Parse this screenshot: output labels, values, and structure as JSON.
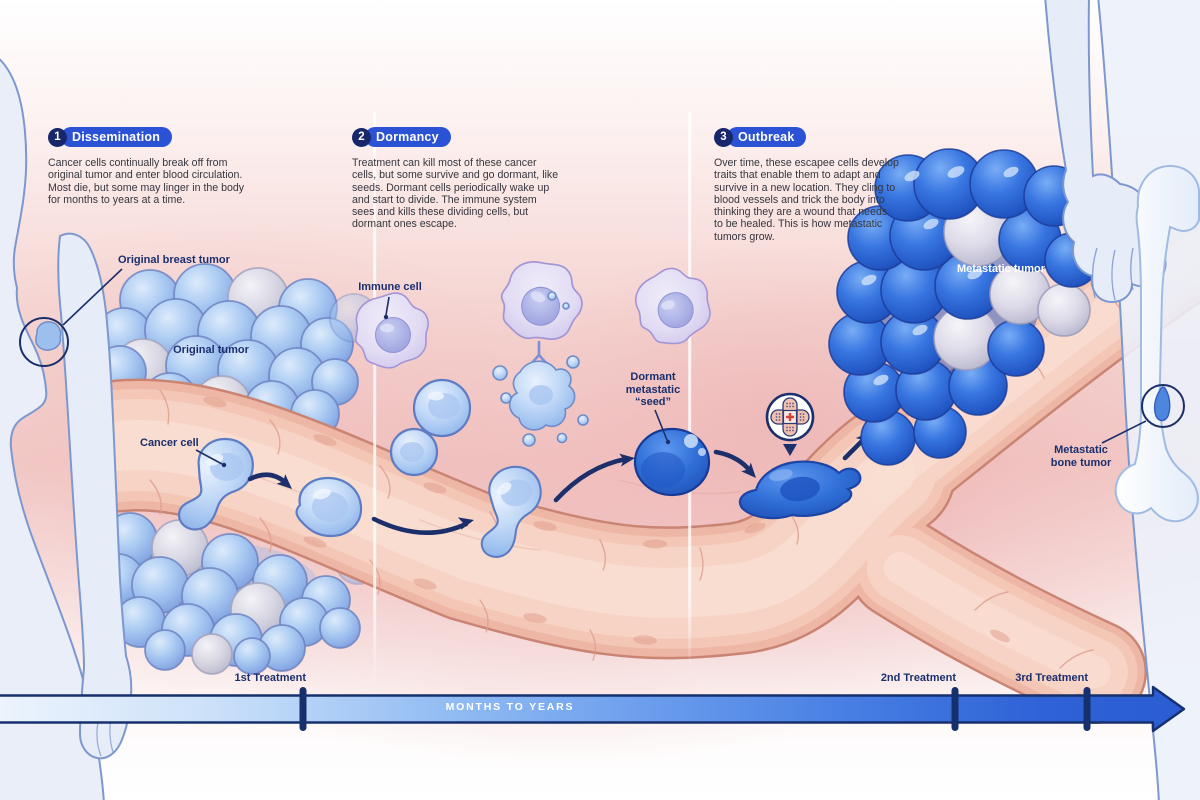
{
  "sections": [
    {
      "number": "1",
      "title": "Dissemination",
      "body": "Cancer cells continually break off from\noriginal tumor and enter blood circulation.\nMost die, but some may linger in the body\nfor months to years at a time."
    },
    {
      "number": "2",
      "title": "Dormancy",
      "body": "Treatment can kill most of these cancer\ncells, but some survive and go dormant, like\nseeds. Dormant cells periodically wake up\nand start to divide. The immune system\nsees and kills these dividing cells, but\ndormant ones escape."
    },
    {
      "number": "3",
      "title": "Outbreak",
      "body": "Over time, these escapee cells develop\ntraits that enable them to adapt and\nsurvive in a new location. They cling to\nblood vessels and trick the body into\nthinking they are a wound that needs\nto be healed. This is how metastatic\ntumors grow."
    }
  ],
  "labels": {
    "original_breast_tumor": "Original breast tumor",
    "original_tumor": "Original tumor",
    "cancer_cell": "Cancer cell",
    "immune_cell": "Immune cell",
    "dormant_seed": "Dormant\nmetastatic\n“seed”",
    "metastatic_tumor": "Metastatic tumor",
    "metastatic_bone_tumor": "Metastatic\nbone tumor"
  },
  "timeline": {
    "axis_label": "MONTHS TO YEARS",
    "markers": [
      {
        "label": "1st Treatment"
      },
      {
        "label": "2nd Treatment"
      },
      {
        "label": "3rd Treatment"
      }
    ]
  },
  "colors": {
    "navy": "#1b2f6e",
    "badge": "#18266b",
    "pill": "#2b52d4",
    "text": "#36363e",
    "timeline-dark": "#16306e",
    "arrow": "#1c2f6b"
  }
}
